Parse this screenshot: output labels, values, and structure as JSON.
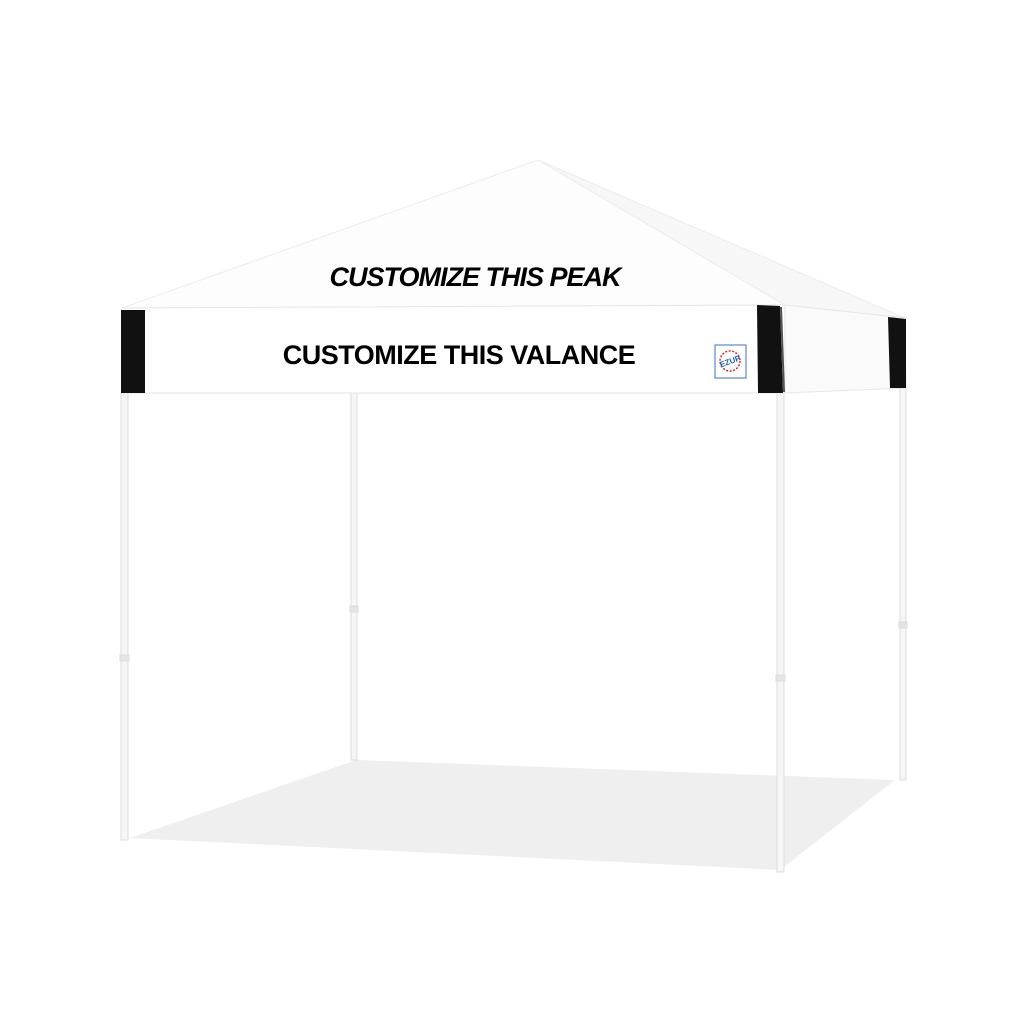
{
  "product": {
    "peak_text": "CUSTOMIZE THIS PEAK",
    "valance_text": "CUSTOMIZE THIS VALANCE",
    "logo_text": "EZUP",
    "colors": {
      "canopy": "#ffffff",
      "trim": "#111111",
      "frame": "#f4f4f4",
      "shadow": "#efefef",
      "logo_blue": "#1f5fb5",
      "logo_red": "#d8282f"
    }
  }
}
